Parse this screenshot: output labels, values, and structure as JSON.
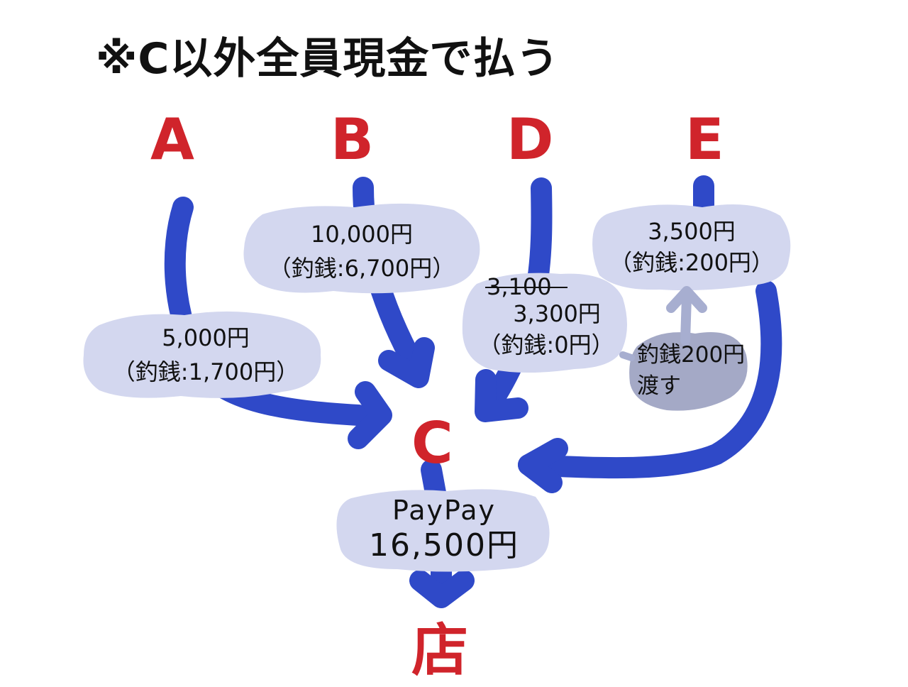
{
  "title": "※C以外全員現金で払う",
  "nodes": {
    "a": "A",
    "b": "B",
    "c": "C",
    "d": "D",
    "e": "E",
    "shop": "店"
  },
  "labels": {
    "a": {
      "amount": "5,000円",
      "change": "（釣銭:1,700円）"
    },
    "b": {
      "amount": "10,000円",
      "change": "（釣銭:6,700円）"
    },
    "d": {
      "crossed": "3,100",
      "amount": "3,300円",
      "change": "（釣銭:0円）"
    },
    "e": {
      "amount": "3,500円",
      "change": "（釣銭:200円）"
    },
    "hand_over": {
      "line1": "釣銭200円",
      "line2": "渡す"
    },
    "pay": {
      "method": "PayPay",
      "amount": "16,500円"
    }
  },
  "colors": {
    "node_text": "#d0242b",
    "arrow": "#2f49c8",
    "bubble": "#d3d7ef",
    "grey_bubble": "#a4a9c6",
    "grey_arrow": "#a7aed0"
  }
}
